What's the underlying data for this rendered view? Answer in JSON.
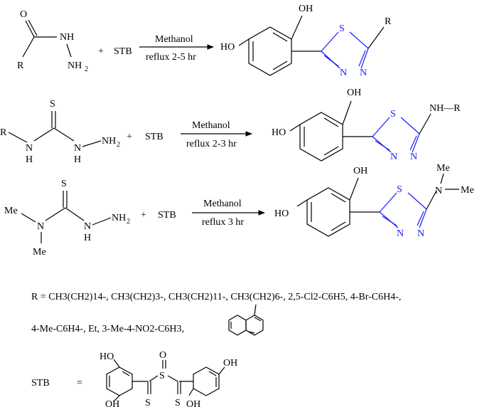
{
  "reactions": [
    {
      "reagent": "STB",
      "plus": "+",
      "condition_top": "Methanol",
      "condition_bottom": "reflux 2-5 hr",
      "product_substituent": "R"
    },
    {
      "reagent": "STB",
      "plus": "+",
      "condition_top": "Methanol",
      "condition_bottom": "reflux 2-3 hr",
      "product_substituent": "NH—R"
    },
    {
      "reagent": "STB",
      "plus": "+",
      "condition_top": "Methanol",
      "condition_bottom": "reflux 3 hr",
      "product_substituent": "N(Me)2"
    }
  ],
  "atoms": {
    "O": "O",
    "OH": "OH",
    "HO": "HO",
    "S": "S",
    "N": "N",
    "H": "H",
    "NH": "NH",
    "R": "R",
    "Me": "Me",
    "NH2": "NH",
    "sub2": "2"
  },
  "r_definition_line1": "R = CH3(CH2)14-, CH3(CH2)3-, CH3(CH2)11-, CH3(CH2)6-, 2,5-Cl2-C6H5, 4-Br-C6H4-,",
  "r_definition_line2": "4-Me-C6H4-, Et, 3-Me-4-NO2-C6H3,",
  "stb_label": "STB",
  "stb_equals": "=",
  "colors": {
    "ring_highlight": "#1a1aff",
    "text": "#000000"
  }
}
